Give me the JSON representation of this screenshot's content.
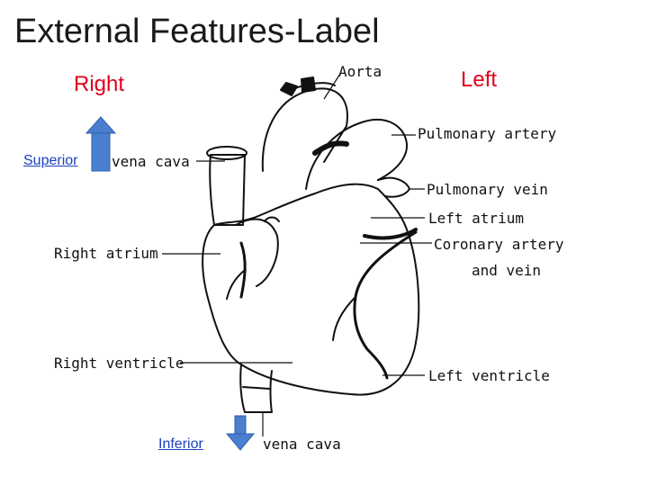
{
  "title": "External Features-Label",
  "sides": {
    "right": "Right",
    "left": "Left"
  },
  "orientation": {
    "superior": "Superior",
    "inferior": "Inferior",
    "color": "#1f3fbf",
    "arrow_color": "#4a7fd0"
  },
  "labels": {
    "aorta": "Aorta",
    "pulmonary_artery": "Pulmonary artery",
    "pulmonary_vein": "Pulmonary vein",
    "left_atrium": "Left atrium",
    "coronary_line1": "Coronary artery",
    "coronary_line2": "and vein",
    "superior_vena_cava": "vena cava",
    "right_atrium": "Right atrium",
    "right_ventricle": "Right ventricle",
    "left_ventricle": "Left ventricle",
    "inferior_vena_cava": "vena cava"
  },
  "colors": {
    "side_label": "#e0001a",
    "line": "#111111"
  }
}
